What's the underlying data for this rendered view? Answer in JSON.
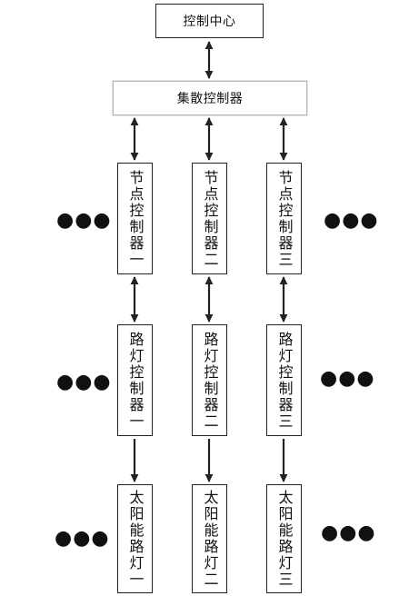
{
  "control_center": {
    "label": "控制中心"
  },
  "concentrator": {
    "label": "集散控制器"
  },
  "node_controllers": [
    {
      "label": "节点控制器一"
    },
    {
      "label": "节点控制器二"
    },
    {
      "label": "节点控制器三"
    }
  ],
  "streetlight_controllers": [
    {
      "label": "路灯控制器一"
    },
    {
      "label": "路灯控制器二"
    },
    {
      "label": "路灯控制器三"
    }
  ],
  "solar_streetlights": [
    {
      "label": "太阳能路灯一"
    },
    {
      "label": "太阳能路灯二"
    },
    {
      "label": "太阳能路灯三"
    }
  ],
  "ellipsis": "●●●",
  "colors": {
    "line": "#222222",
    "hub_border": "#b8b8b8"
  }
}
